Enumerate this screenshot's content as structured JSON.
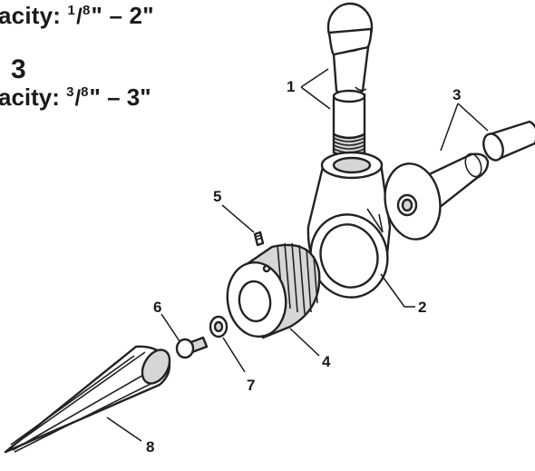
{
  "header": {
    "capacity_line_1": {
      "prefix": "acity: ",
      "num": "1",
      "den": "8",
      "suffix": "\" – 2\""
    },
    "model_number": "3",
    "capacity_line_2": {
      "prefix": "acity: ",
      "num": "3",
      "den": "8",
      "suffix": "\" – 3\""
    }
  },
  "callouts": [
    {
      "id": "1",
      "label": "1"
    },
    {
      "id": "2",
      "label": "2"
    },
    {
      "id": "3",
      "label": "3"
    },
    {
      "id": "4",
      "label": "4"
    },
    {
      "id": "5",
      "label": "5"
    },
    {
      "id": "6",
      "label": "6"
    },
    {
      "id": "7",
      "label": "7"
    },
    {
      "id": "8",
      "label": "8"
    }
  ]
}
